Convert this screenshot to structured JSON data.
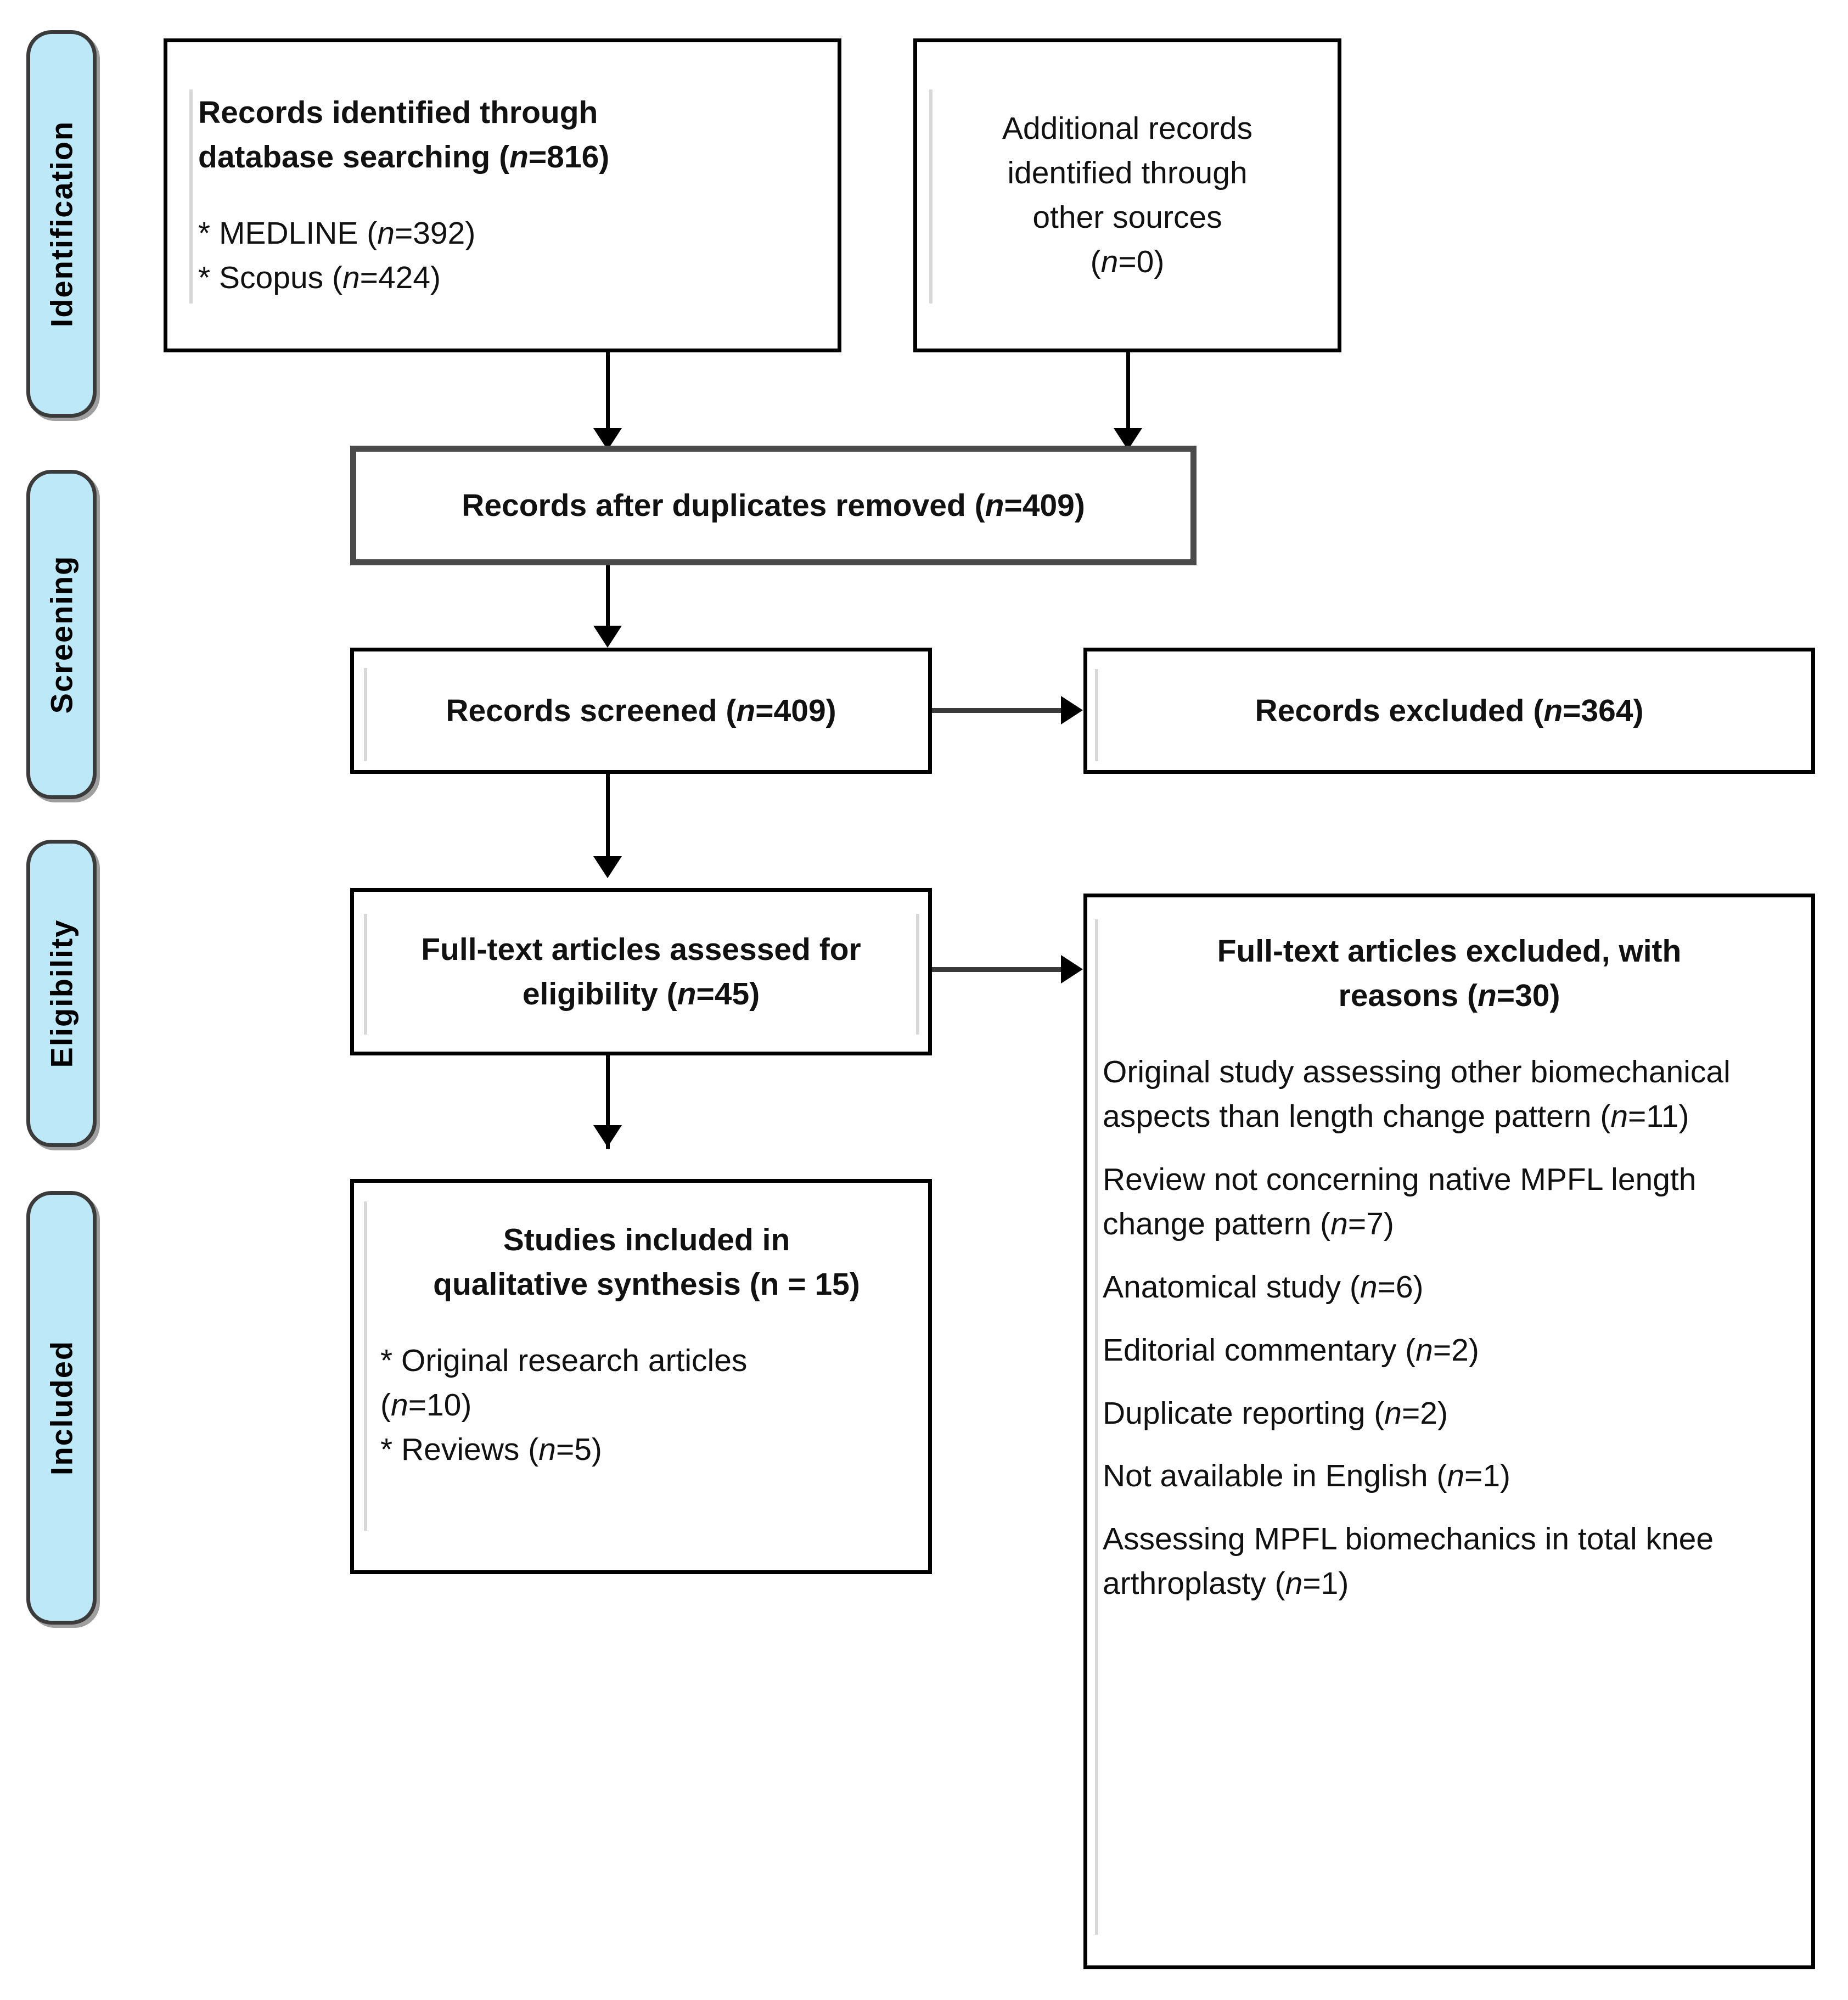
{
  "diagram": {
    "type": "prisma-flow-diagram",
    "stages": [
      {
        "id": "identification",
        "label": "Identification"
      },
      {
        "id": "screening",
        "label": "Screening"
      },
      {
        "id": "eligibility",
        "label": "Eligibility"
      },
      {
        "id": "included",
        "label": "Included"
      }
    ],
    "accent_color": "#BCE8F7",
    "border_color": "#000000",
    "pill_border_color": "#3b3b3b",
    "boxes": {
      "database_search": {
        "title_line1": "Records identified through",
        "title_line2": "database searching (",
        "title_n_italic": "n",
        "title_n_value": "=816)",
        "items": [
          {
            "prefix": "* MEDLINE (",
            "n": "n",
            "value": "=392)"
          },
          {
            "prefix": "* Scopus (",
            "n": "n",
            "value": "=424)"
          }
        ]
      },
      "other_sources": {
        "line1": "Additional records",
        "line2": "identified through",
        "line3": "other sources",
        "line4_open": "(",
        "line4_n": "n",
        "line4_value": "=0)"
      },
      "duplicates_removed": {
        "text_before": "Records after duplicates removed (",
        "n": "n",
        "text_after": "=409)"
      },
      "records_screened": {
        "text_before": "Records screened (",
        "n": "n",
        "text_after": "=409)"
      },
      "records_excluded": {
        "text_before": "Records excluded (",
        "n": "n",
        "text_after": "=364)"
      },
      "fulltext_assessed": {
        "line1": "Full-text articles assessed for",
        "line2_before": "eligibility (",
        "line2_n": "n",
        "line2_after": "=45)"
      },
      "fulltext_excluded": {
        "heading_line1": "Full-text articles excluded, with",
        "heading_line2_before": "reasons (",
        "heading_line2_n": "n",
        "heading_line2_after": "=30)",
        "reasons": [
          {
            "text": "Original study assessing other biomechanical aspects than length change pattern (",
            "n": "n",
            "value": "=11)"
          },
          {
            "text": "Review not concerning native MPFL length change pattern (",
            "n": "n",
            "value": "=7)"
          },
          {
            "text": "Anatomical study (",
            "n": "n",
            "value": "=6)"
          },
          {
            "text": "Editorial commentary (",
            "n": "n",
            "value": "=2)"
          },
          {
            "text": "Duplicate reporting (",
            "n": "n",
            "value": "=2)"
          },
          {
            "text": "Not available in English (",
            "n": "n",
            "value": "=1)"
          },
          {
            "text": "Assessing MPFL biomechanics in total knee arthroplasty (",
            "n": "n",
            "value": "=1)"
          }
        ]
      },
      "studies_included": {
        "line1": "Studies included in",
        "line2": "qualitative synthesis (n = 15)",
        "items": [
          {
            "text": "* Original research articles",
            "cont_open": "(",
            "cont_n": "n",
            "cont_value": "=10)"
          },
          {
            "prefix": "* Reviews (",
            "n": "n",
            "value": "=5)"
          }
        ]
      }
    }
  },
  "chart_data": {
    "type": "flowchart",
    "title": "PRISMA flow diagram",
    "nodes": [
      {
        "id": "database_search",
        "label": "Records identified through database searching",
        "n": 816,
        "breakdown": {
          "MEDLINE": 392,
          "Scopus": 424
        },
        "stage": "Identification"
      },
      {
        "id": "other_sources",
        "label": "Additional records identified through other sources",
        "n": 0,
        "stage": "Identification"
      },
      {
        "id": "duplicates_removed",
        "label": "Records after duplicates removed",
        "n": 409,
        "stage": "Screening"
      },
      {
        "id": "records_screened",
        "label": "Records screened",
        "n": 409,
        "stage": "Screening"
      },
      {
        "id": "records_excluded",
        "label": "Records excluded",
        "n": 364,
        "stage": "Screening"
      },
      {
        "id": "fulltext_assessed",
        "label": "Full-text articles assessed for eligibility",
        "n": 45,
        "stage": "Eligibility"
      },
      {
        "id": "fulltext_excluded",
        "label": "Full-text articles excluded, with reasons",
        "n": 30,
        "stage": "Eligibility"
      },
      {
        "id": "studies_included",
        "label": "Studies included in qualitative synthesis",
        "n": 15,
        "breakdown": {
          "Original research articles": 10,
          "Reviews": 5
        },
        "stage": "Included"
      }
    ],
    "edges": [
      {
        "from": "database_search",
        "to": "duplicates_removed"
      },
      {
        "from": "other_sources",
        "to": "duplicates_removed"
      },
      {
        "from": "duplicates_removed",
        "to": "records_screened"
      },
      {
        "from": "records_screened",
        "to": "records_excluded"
      },
      {
        "from": "records_screened",
        "to": "fulltext_assessed"
      },
      {
        "from": "fulltext_assessed",
        "to": "fulltext_excluded"
      },
      {
        "from": "fulltext_assessed",
        "to": "studies_included"
      }
    ],
    "exclusion_reasons": [
      {
        "reason": "Original study assessing other biomechanical aspects than length change pattern",
        "n": 11
      },
      {
        "reason": "Review not concerning native MPFL length change pattern",
        "n": 7
      },
      {
        "reason": "Anatomical study",
        "n": 6
      },
      {
        "reason": "Editorial commentary",
        "n": 2
      },
      {
        "reason": "Duplicate reporting",
        "n": 2
      },
      {
        "reason": "Not available in English",
        "n": 1
      },
      {
        "reason": "Assessing MPFL biomechanics in total knee arthroplasty",
        "n": 1
      }
    ]
  }
}
